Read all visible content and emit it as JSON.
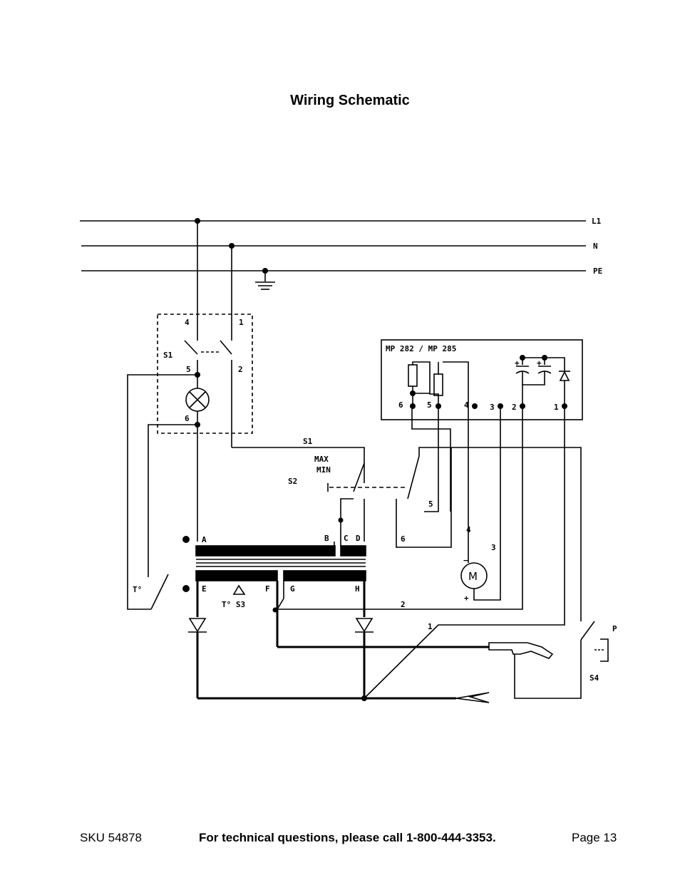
{
  "page": {
    "title": "Wiring Schematic",
    "footer": {
      "sku": "SKU 54878",
      "tech_line": "For technical questions, please call 1-800-444-3353.",
      "page_number": "Page 13"
    }
  },
  "schematic": {
    "labels": {
      "l1": "L1",
      "n": "N",
      "pe": "PE",
      "s1": "S1",
      "s1_top": "S1",
      "s2": "S2",
      "s3": "T° S3",
      "s4": "S4",
      "p": "P",
      "t_deg": "T°",
      "max": "MAX",
      "min": "MIN",
      "board": "MP 282  / MP 285",
      "motor": "M",
      "a": "A",
      "b": "B",
      "c": "C",
      "d": "D",
      "e": "E",
      "f": "F",
      "g": "G",
      "h": "H",
      "sw_4": "4",
      "sw_1": "1",
      "sw_5": "5",
      "sw_2": "2",
      "sw_6": "6",
      "pin_6": "6",
      "pin_5": "5",
      "pin_4": "4",
      "pin_3": "3",
      "pin_2": "2",
      "pin_1": "1",
      "s2_5": "5",
      "s2_6": "6",
      "wire_4": "4",
      "wire_3": "3",
      "wire_2": "2",
      "wire_1": "1",
      "minus": "−",
      "plus": "+",
      "cap_plus_1": "+",
      "cap_plus_2": "+"
    }
  }
}
